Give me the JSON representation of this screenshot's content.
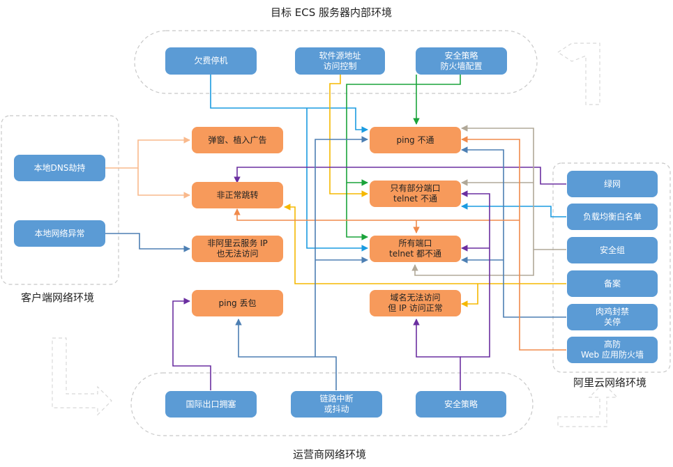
{
  "regions": {
    "ecs": "目标 ECS 服务器内部环境",
    "client": "客户端网络环境",
    "aliyun": "阿里云网络环境",
    "isp": "运营商网络环境"
  },
  "causes": {
    "ecs": [
      "欠费停机",
      "软件源地址\n访问控制",
      "安全策略\n防火墙配置"
    ],
    "client": [
      "本地DNS劫持",
      "本地网络异常"
    ],
    "aliyun": [
      "绿网",
      "负载均衡白名单",
      "安全组",
      "备案",
      "肉鸡封禁\n关停",
      "高防\nWeb 应用防火墙"
    ],
    "isp": [
      "国际出口拥塞",
      "链路中断\n或抖动",
      "安全策略"
    ]
  },
  "symptoms": {
    "left": [
      "弹窗、植入广告",
      "非正常跳转",
      "非阿里云服务 IP\n也无法访问",
      "ping 丢包"
    ],
    "right": [
      "ping 不通",
      "只有部分端口\ntelnet 不通",
      "所有端口\ntelnet 都不通",
      "域名无法访问\n但 IP 访问正常"
    ]
  },
  "colors": {
    "cause_box": "#5b9bd5",
    "symptom_box": "#f79a5b",
    "line_blue": "#1a9be0",
    "line_green": "#1aa33a",
    "line_yellow": "#f5b800",
    "line_purple": "#6a2ea0",
    "line_gray": "#b0a898",
    "line_steel": "#4d7fb3",
    "line_orange": "#f08a4b",
    "line_peach": "#f9b98c"
  }
}
